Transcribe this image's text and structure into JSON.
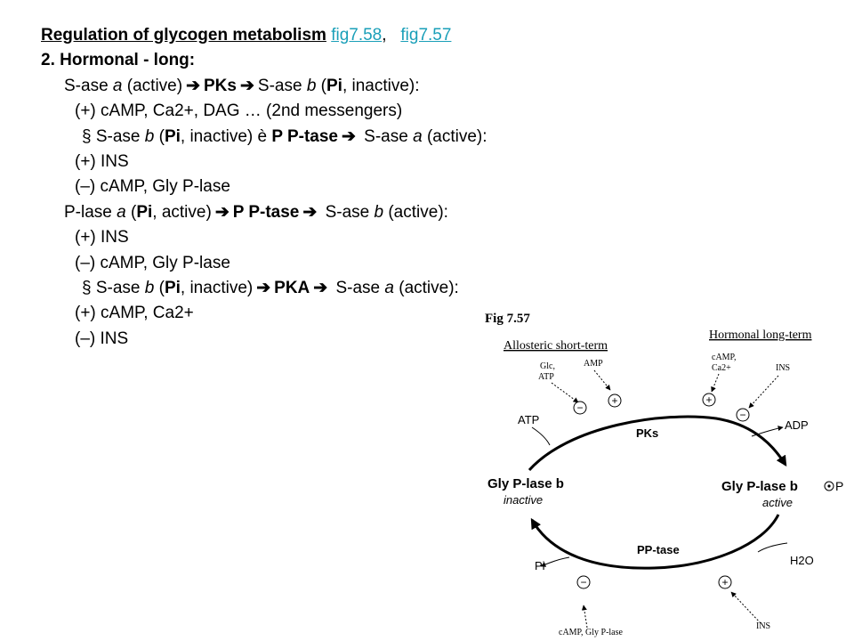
{
  "heading": {
    "title": "Regulation of glycogen metabolism",
    "link1": "fig7.58",
    "sep": ",",
    "link2": "fig7.57"
  },
  "section": "2.  Hormonal - long:",
  "arrow_glyph": "➔",
  "synthase_inactivation": {
    "enz_a": "S-ase ",
    "a": "a",
    "a_state": " (active)",
    "kinase": "PKs",
    "enz_b": "S-ase ",
    "b": "b",
    "open": " (",
    "pi": "Pi",
    "b_state": ", inactive):"
  },
  "activators_1": "(+) cAMP, Ca2+, DAG … (2nd messengers)",
  "synthase_activation": {
    "bullet": "§ S-ase ",
    "b": "b",
    "open": " (",
    "pi": "Pi",
    "state": ", inactive) è ",
    "enzyme": "P P-tase",
    "result": " S-ase ",
    "a": "a",
    "a_state": " (active):"
  },
  "activators_2": "(+) INS",
  "inhibitors_2": "(–) cAMP, Gly P-lase",
  "plase_inactivation": {
    "enz": "P-lase ",
    "a": "a",
    "open": " (",
    "pi": "Pi",
    "state": ", active)",
    "enzyme": "P P-tase",
    "result": " S-ase ",
    "b": "b",
    "b_state": " (active):"
  },
  "activators_3": "(+) INS",
  "inhibitors_3": "(–) cAMP, Gly P-lase",
  "pka_step": {
    "bullet": "§ S-ase ",
    "b": "b",
    "open": " (",
    "pi": "Pi",
    "state": ", inactive)",
    "enzyme": "PKA",
    "result": " S-ase ",
    "a": "a",
    "a_state": " (active):"
  },
  "activators_4": "(+) cAMP, Ca2+",
  "inhibitors_4": "(–) INS",
  "figure": {
    "label": "Fig 7.57",
    "allosteric": "Allosteric short-term",
    "hormonal": "Hormonal long-term",
    "glc": "Glc,",
    "atp_small": "ATP",
    "amp": "AMP",
    "camp": "cAMP,",
    "ca": "Ca2+",
    "ins_top": "INS",
    "atp": "ATP",
    "adp": "ADP",
    "pks": "PKs",
    "left_enzyme": "Gly P-lase b",
    "left_state": "inactive",
    "right_enzyme": "Gly P-lase b",
    "right_state": "active",
    "phosphate": "P",
    "pptase": "PP-tase",
    "pi": "Pi",
    "h2o": "H2O",
    "bottom_inhibitors": "cAMP, Gly P-lase",
    "ins_bottom": "INS",
    "minus": "−",
    "plus": "+"
  },
  "colors": {
    "link": "#1a9fb8",
    "text": "#000000"
  }
}
